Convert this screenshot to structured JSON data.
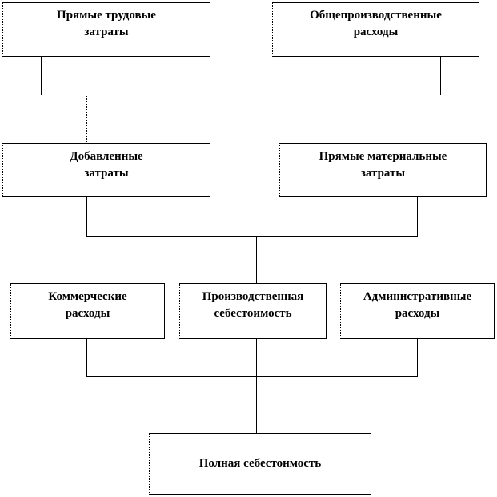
{
  "nodes": {
    "direct_labor": "Прямые трудовые\nзатраты",
    "overhead": "Общепроизводственные\nрасходы",
    "added_costs": "Добавленные\nзатраты",
    "direct_materials": "Прямые материальные\nзатраты",
    "commercial": "Коммерческие\nрасходы",
    "production_cost": "Производственная\nсебестоимость",
    "administrative": "Административные\nрасходы",
    "full_cost": "Полная себестонмость"
  }
}
